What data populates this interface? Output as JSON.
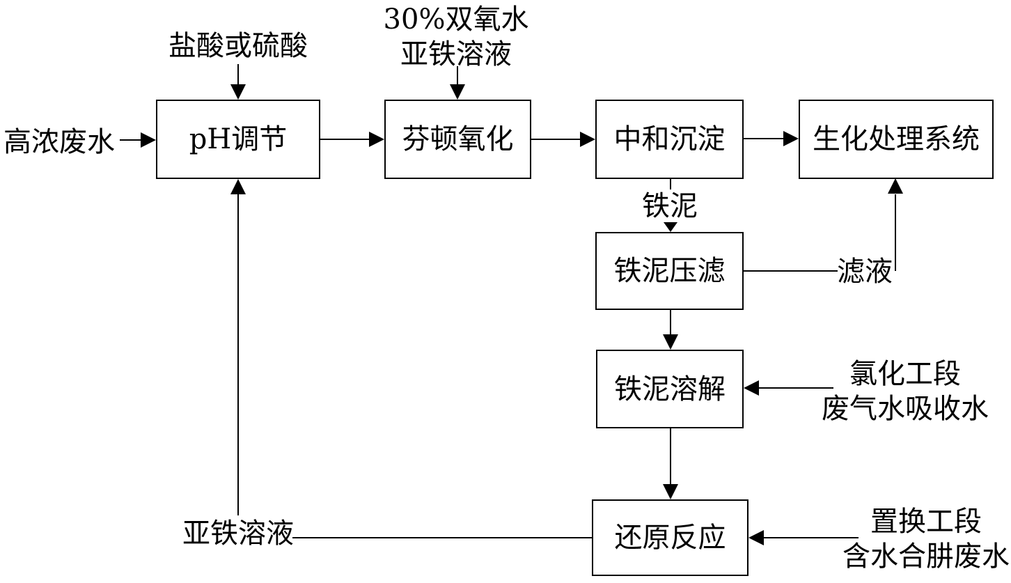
{
  "flowchart": {
    "colors": {
      "background": "#ffffff",
      "line": "#000000",
      "text": "#000000"
    },
    "nodes": {
      "ph_adjust": "pH调节",
      "fenton_oxidation": "芬顿氧化",
      "neutralization_precipitation": "中和沉淀",
      "biochemical_treatment_system": "生化处理系统",
      "iron_mud_press_filtration": "铁泥压滤",
      "iron_mud_dissolution": "铁泥溶解",
      "reduction_reaction": "还原反应"
    },
    "stream_labels": {
      "high_conc_wastewater": "高浓废水",
      "hydrochloric_or_sulfuric_acid": "盐酸或硫酸",
      "peroxide_line1": "30%双氧水",
      "peroxide_line2": "亚铁溶液",
      "iron_mud": "铁泥",
      "filtrate": "滤液",
      "chlorination_line1": "氯化工段",
      "chlorination_line2": "废气水吸收水",
      "replacement_line1": "置换工段",
      "replacement_line2": "含水合肼废水",
      "ferrous_solution": "亚铁溶液"
    }
  }
}
